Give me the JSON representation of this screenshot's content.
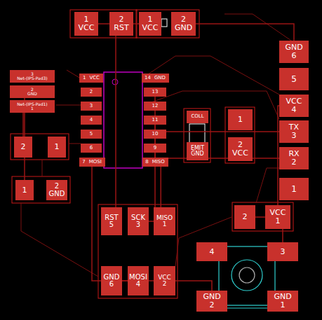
{
  "diagram": {
    "nodes": [
      {
        "text": [
          "1",
          "VCC"
        ]
      },
      {
        "text": [
          "2",
          "RST"
        ]
      },
      {
        "text": [
          "1",
          "VCC"
        ]
      },
      {
        "text": [
          "2",
          "GND"
        ]
      },
      {
        "text": [
          "GND",
          "6"
        ]
      },
      {
        "text": [
          "5"
        ]
      },
      {
        "text": [
          "VCC",
          "4"
        ]
      },
      {
        "text": [
          "TX",
          "3"
        ]
      },
      {
        "text": [
          "RX",
          "2"
        ]
      },
      {
        "text": [
          "1"
        ]
      },
      {
        "text": [
          "3",
          "Net-(IPS-Pad3)"
        ]
      },
      {
        "text": [
          "2",
          "GND"
        ]
      },
      {
        "text": [
          "Net-(IPS-Pad1)",
          "1"
        ]
      },
      {
        "text": [
          "1",
          "VCC"
        ]
      },
      {
        "text": [
          "2"
        ]
      },
      {
        "text": [
          "3"
        ]
      },
      {
        "text": [
          "4"
        ]
      },
      {
        "text": [
          "5"
        ]
      },
      {
        "text": [
          "6"
        ]
      },
      {
        "text": [
          "7",
          "MOSI"
        ]
      },
      {
        "text": [
          "14",
          "GND"
        ]
      },
      {
        "text": [
          "13"
        ]
      },
      {
        "text": [
          "12"
        ]
      },
      {
        "text": [
          "11"
        ]
      },
      {
        "text": [
          "10"
        ]
      },
      {
        "text": [
          "9"
        ]
      },
      {
        "text": [
          "8",
          "MISO"
        ]
      },
      {
        "text": [
          "COLL"
        ]
      },
      {
        "text": [
          "EMIT",
          "GND"
        ]
      },
      {
        "text": [
          "1"
        ]
      },
      {
        "text": [
          "2",
          "VCC"
        ]
      },
      {
        "text": [
          "2"
        ]
      },
      {
        "text": [
          "1"
        ]
      },
      {
        "text": [
          "1"
        ]
      },
      {
        "text": [
          "2",
          "GND"
        ]
      },
      {
        "text": [
          "2"
        ]
      },
      {
        "text": [
          "VCC",
          "1"
        ]
      },
      {
        "text": [
          "4"
        ]
      },
      {
        "text": [
          "3"
        ]
      },
      {
        "text": [
          "GND",
          "2"
        ]
      },
      {
        "text": [
          "GND",
          "1"
        ]
      },
      {
        "text": [
          "RST",
          "5"
        ]
      },
      {
        "text": [
          "SCK",
          "3"
        ]
      },
      {
        "text": [
          "MISO",
          "1"
        ]
      },
      {
        "text": [
          "GND",
          "6"
        ]
      },
      {
        "text": [
          "MOSI",
          "4"
        ]
      },
      {
        "text": [
          "VCC",
          "2"
        ]
      }
    ],
    "edges": [
      {
        "from": 0,
        "to": 2,
        "arrow": "none"
      },
      {
        "from": 3,
        "to": 4,
        "arrow": "none"
      },
      {
        "from": 6,
        "to": 36,
        "arrow": "none"
      },
      {
        "from": 7,
        "to": 23,
        "arrow": "none"
      },
      {
        "from": 8,
        "to": 24,
        "arrow": "none"
      },
      {
        "from": 43,
        "to": 26,
        "arrow": "none"
      },
      {
        "from": 45,
        "to": 19,
        "arrow": "none"
      },
      {
        "from": 42,
        "to": 21,
        "arrow": "none"
      },
      {
        "from": 41,
        "to": 1,
        "arrow": "none"
      },
      {
        "from": 44,
        "to": 39,
        "arrow": "none"
      },
      {
        "from": 35,
        "to": 38,
        "arrow": "none"
      },
      {
        "from": 31,
        "to": 12,
        "arrow": "none"
      },
      {
        "from": 33,
        "to": 11,
        "arrow": "none"
      }
    ]
  }
}
